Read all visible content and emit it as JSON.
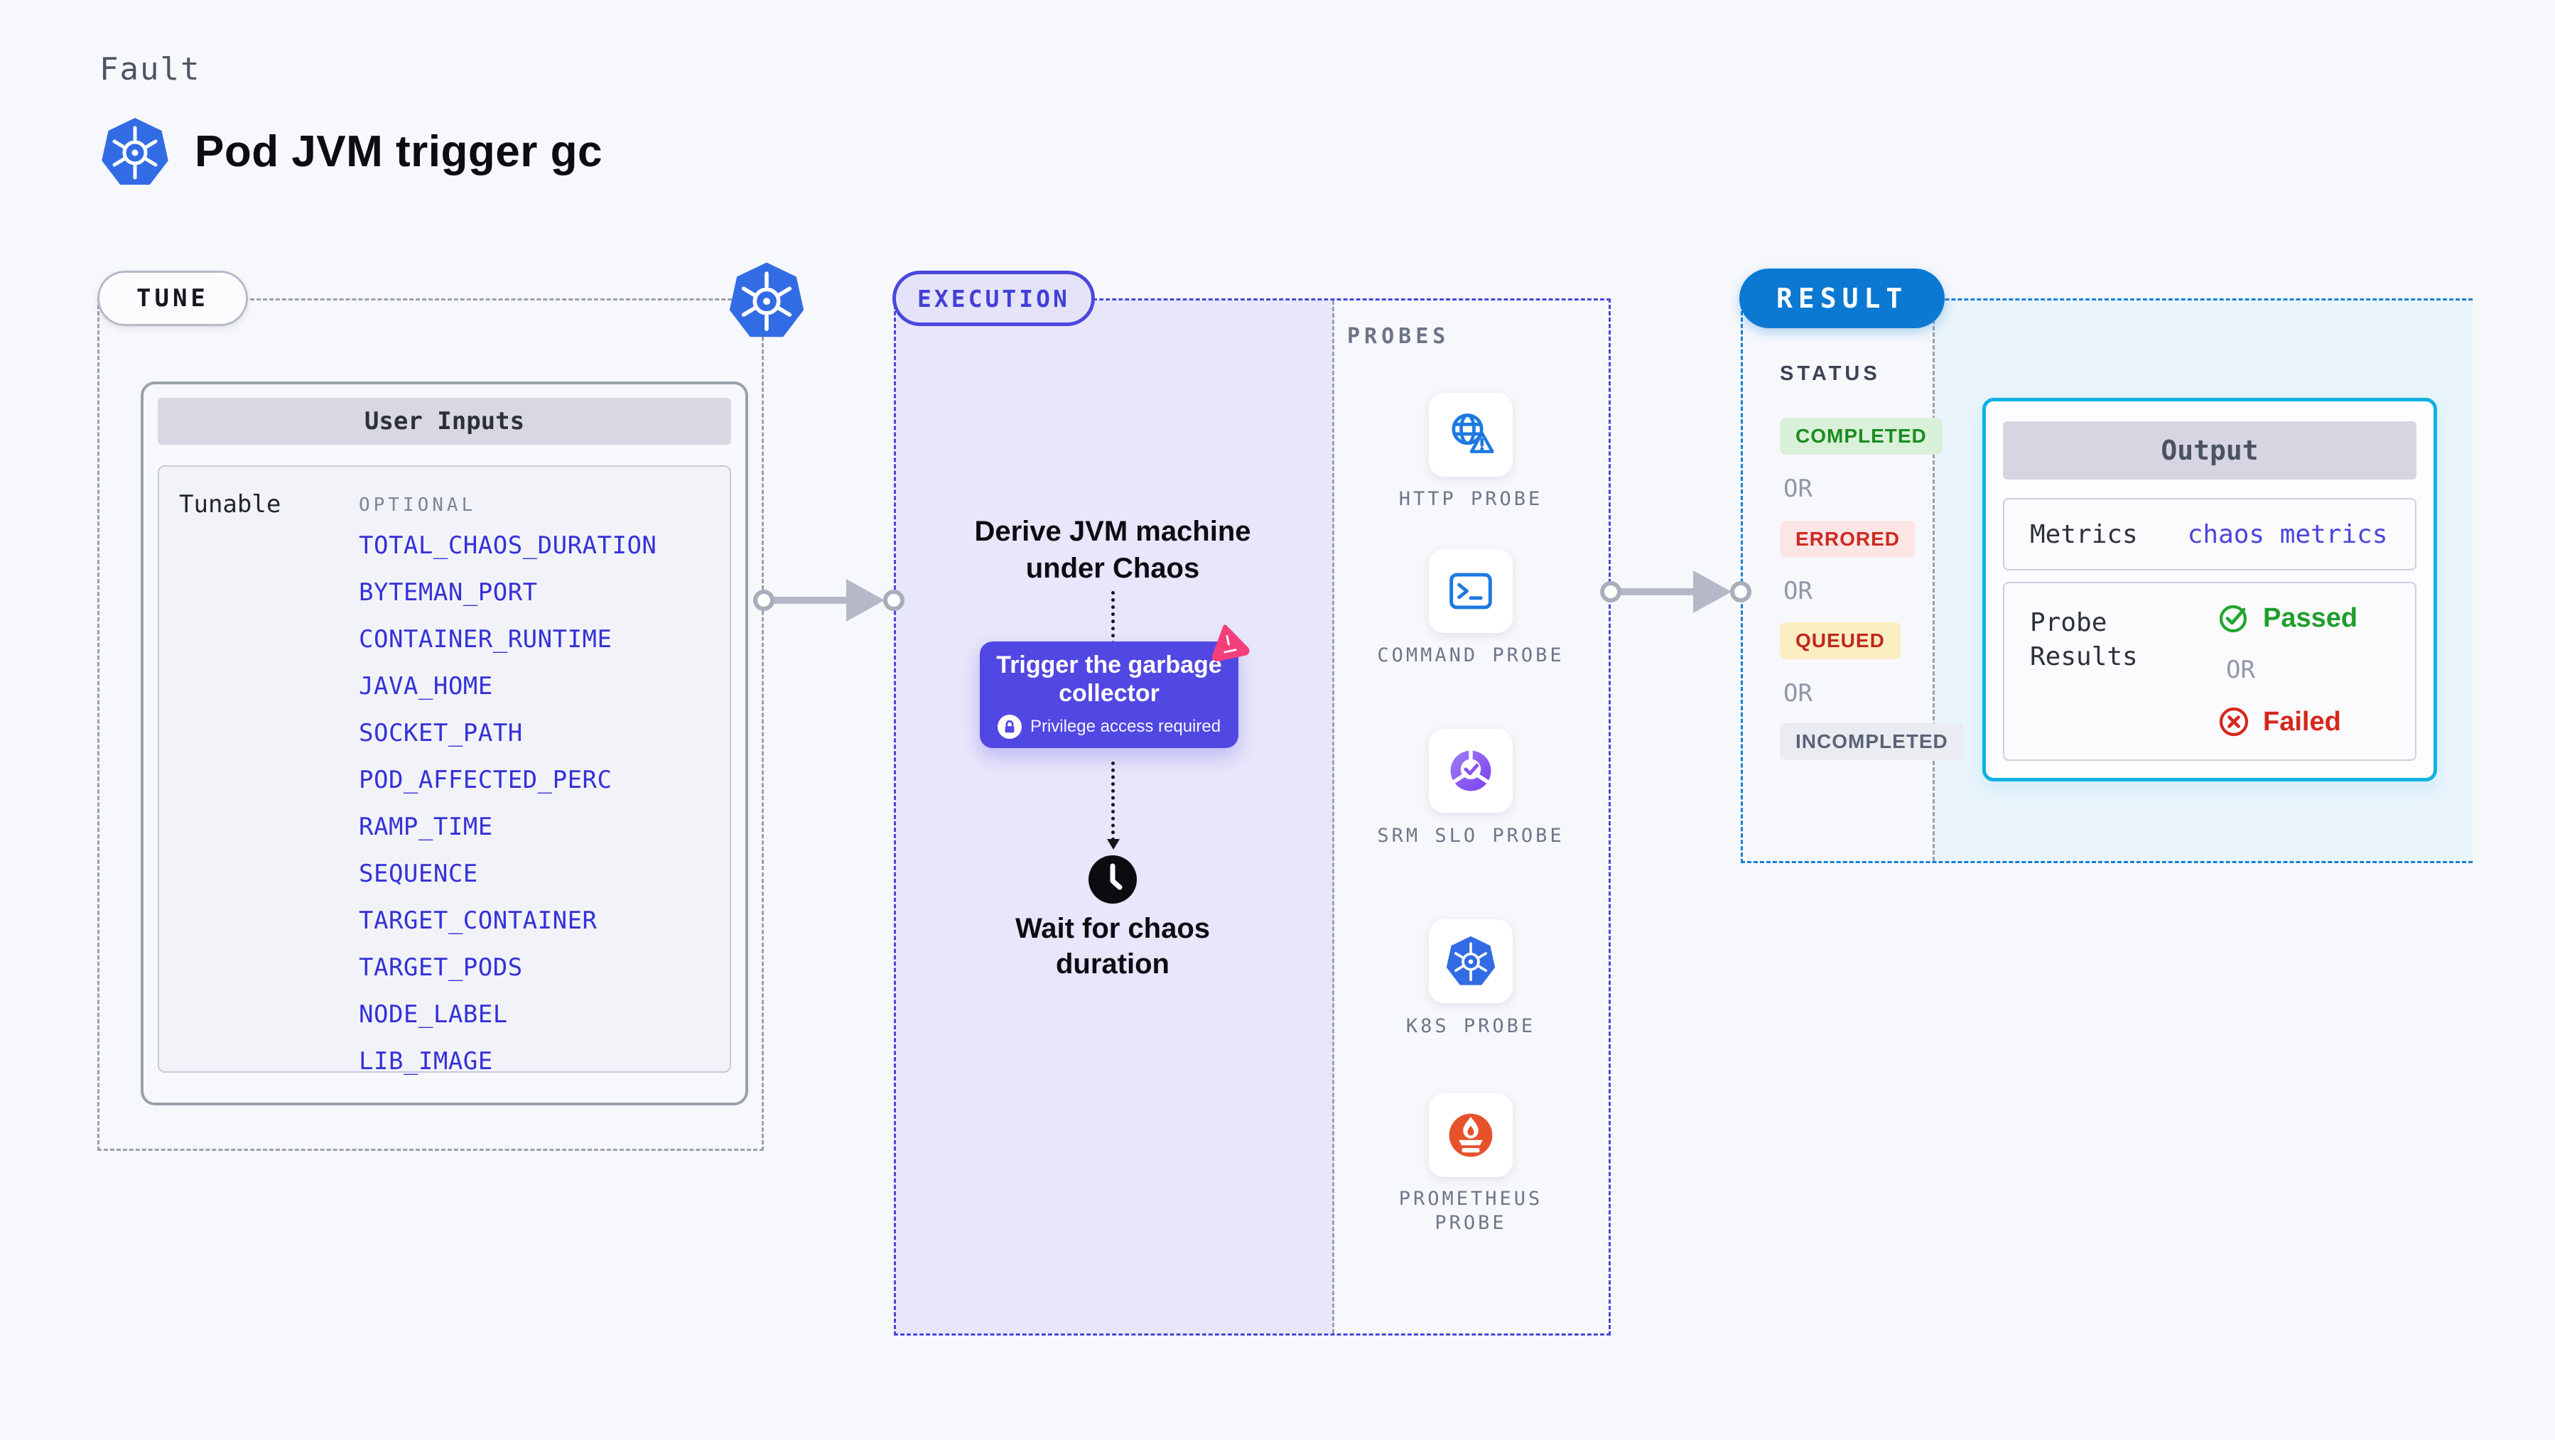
{
  "header": {
    "kicker": "Fault",
    "title": "Pod JVM trigger gc"
  },
  "tune": {
    "badge": "TUNE",
    "user_inputs_title": "User Inputs",
    "tunable_label": "Tunable",
    "optional_label": "OPTIONAL",
    "tunables": [
      "TOTAL_CHAOS_DURATION",
      "BYTEMAN_PORT",
      "CONTAINER_RUNTIME",
      "JAVA_HOME",
      "SOCKET_PATH",
      "POD_AFFECTED_PERC",
      "RAMP_TIME",
      "SEQUENCE",
      "TARGET_CONTAINER",
      "TARGET_PODS",
      "NODE_LABEL",
      "LIB_IMAGE"
    ]
  },
  "execution": {
    "badge": "EXECUTION",
    "derive_text": "Derive JVM machine under Chaos",
    "trigger_title": "Trigger the garbage collector",
    "privilege_note": "Privilege access required",
    "wait_text": "Wait for chaos duration"
  },
  "probes": {
    "label": "PROBES",
    "items": [
      {
        "name": "HTTP PROBE",
        "icon": "globe-alert-icon"
      },
      {
        "name": "COMMAND PROBE",
        "icon": "terminal-icon"
      },
      {
        "name": "SRM SLO PROBE",
        "icon": "slo-pie-check-icon"
      },
      {
        "name": "K8S PROBE",
        "icon": "kubernetes-icon"
      },
      {
        "name": "PROMETHEUS PROBE",
        "icon": "prometheus-flame-icon"
      }
    ]
  },
  "result": {
    "badge": "RESULT",
    "status_label": "STATUS",
    "or_label": "OR",
    "statuses": [
      {
        "label": "COMPLETED",
        "type": "success"
      },
      {
        "label": "ERRORED",
        "type": "error"
      },
      {
        "label": "QUEUED",
        "type": "warning"
      },
      {
        "label": "INCOMPLETED",
        "type": "neutral"
      }
    ],
    "output": {
      "title": "Output",
      "metrics_label": "Metrics",
      "metrics_value": "chaos metrics",
      "probe_results_label": "Probe Results",
      "passed_label": "Passed",
      "failed_label": "Failed"
    }
  },
  "colors": {
    "page_bg": "#f7f8fc",
    "indigo_accent": "#4a47dd",
    "execution_fill": "#e7e6fa",
    "button_indigo": "#5147e2",
    "kubernetes_blue": "#326ce5",
    "result_blue": "#0b79d2",
    "result_fill": "#e9f4fb",
    "output_border_cyan": "#0fb2df",
    "tunable_link_blue": "#3431d8",
    "litmus_pink": "#f43f7b",
    "prometheus_orange": "#e6522c",
    "passed_green": "#1f9e2c",
    "failed_red": "#d5271b",
    "queued_yellow_bg": "#fbeec3",
    "gray_dash": "#9ba1ae"
  }
}
